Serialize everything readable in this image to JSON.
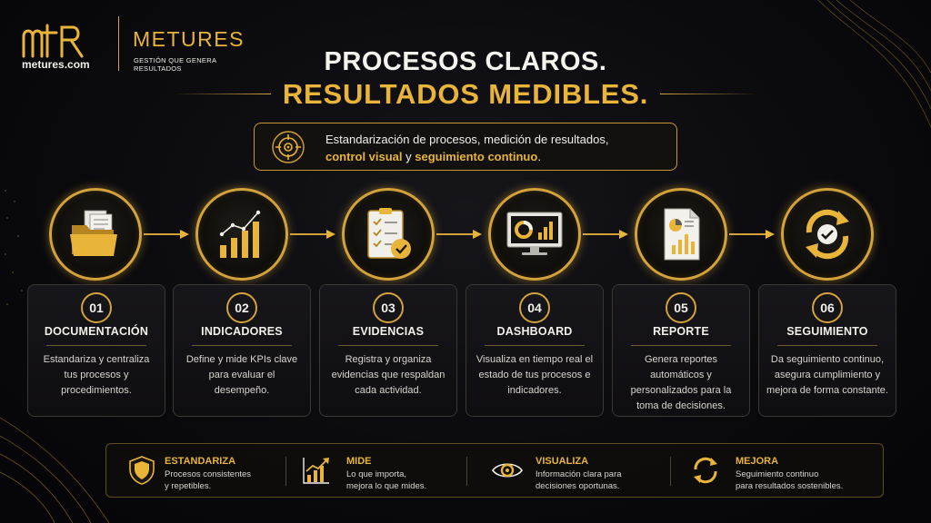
{
  "brand": {
    "mark": "mtr",
    "url": "metures.com",
    "name": "METURES",
    "tagline": "GESTIÓN QUE GENERA RESULTADOS"
  },
  "headline": {
    "line1": "PROCESOS CLAROS.",
    "line2": "RESULTADOS MEDIBLES."
  },
  "intro": {
    "icon": "target-icon",
    "line1": "Estandarización de procesos, medición de resultados,",
    "highlight1": "control visual",
    "connector": " y ",
    "highlight2": "seguimiento continuo",
    "end": "."
  },
  "steps": [
    {
      "num": "01",
      "title": "DOCUMENTACIÓN",
      "icon": "folder-documents-icon",
      "desc": "Estandariza y centraliza tus procesos y procedimientos."
    },
    {
      "num": "02",
      "title": "INDICADORES",
      "icon": "bar-chart-trend-icon",
      "desc": "Define y mide KPIs clave para evaluar el desempeño."
    },
    {
      "num": "03",
      "title": "EVIDENCIAS",
      "icon": "clipboard-check-icon",
      "desc": "Registra y organiza evidencias que respaldan cada actividad."
    },
    {
      "num": "04",
      "title": "DASHBOARD",
      "icon": "monitor-dashboard-icon",
      "desc": "Visualiza en tiempo real el estado de tus procesos e indicadores."
    },
    {
      "num": "05",
      "title": "REPORTE",
      "icon": "report-document-icon",
      "desc": "Genera reportes automáticos y personalizados para la toma de decisiones."
    },
    {
      "num": "06",
      "title": "SEGUIMIENTO",
      "icon": "refresh-check-icon",
      "desc": "Da seguimiento continuo, asegura cumplimiento y mejora de forma constante."
    }
  ],
  "footer": [
    {
      "title": "ESTANDARIZA",
      "icon": "shield-icon",
      "desc1": "Procesos consistentes",
      "desc2": "y repetibles."
    },
    {
      "title": "MIDE",
      "icon": "growth-chart-icon",
      "desc1": "Lo que importa,",
      "desc2": "mejora lo que mides."
    },
    {
      "title": "VISUALIZA",
      "icon": "eye-icon",
      "desc1": "Información clara para",
      "desc2": "decisiones oportunas."
    },
    {
      "title": "MEJORA",
      "icon": "cycle-arrows-icon",
      "desc1": "Seguimiento continuo",
      "desc2": "para resultados sostenibles."
    }
  ],
  "colors": {
    "gold": "#e8b43a",
    "gold_dark": "#d4a23a",
    "background": "#0a0a0d",
    "text": "#f2f0ea"
  }
}
